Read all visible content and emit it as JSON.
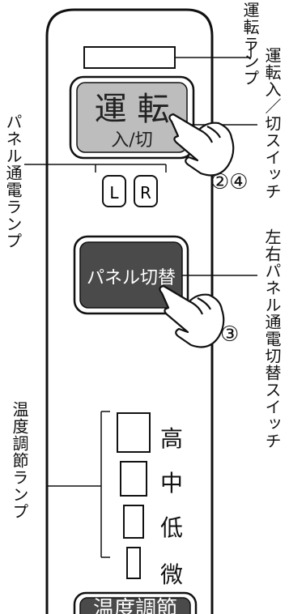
{
  "panel": {
    "run_button_top": "運 転",
    "run_button_bottom": "入/切",
    "lamp_l": "L",
    "lamp_r": "R",
    "panel_switch_label": "パネル切替",
    "temp_levels": [
      "高",
      "中",
      "低",
      "微"
    ],
    "temp_button_label": "温度調節"
  },
  "callouts": {
    "run_lamp": "運転ランプ",
    "run_switch": "運転入／切スイッチ",
    "panel_lamp": "パネル通電ランプ",
    "lr_switch": "左右パネル通電切替スイッチ",
    "temp_lamp": "温度調節ランプ",
    "step_24": "②④",
    "step_3": "③"
  },
  "colors": {
    "line": "#111111",
    "dark_button": "#4a4a4a",
    "light_button": "#bdbdbd",
    "button_text_light": "#ffffff"
  }
}
